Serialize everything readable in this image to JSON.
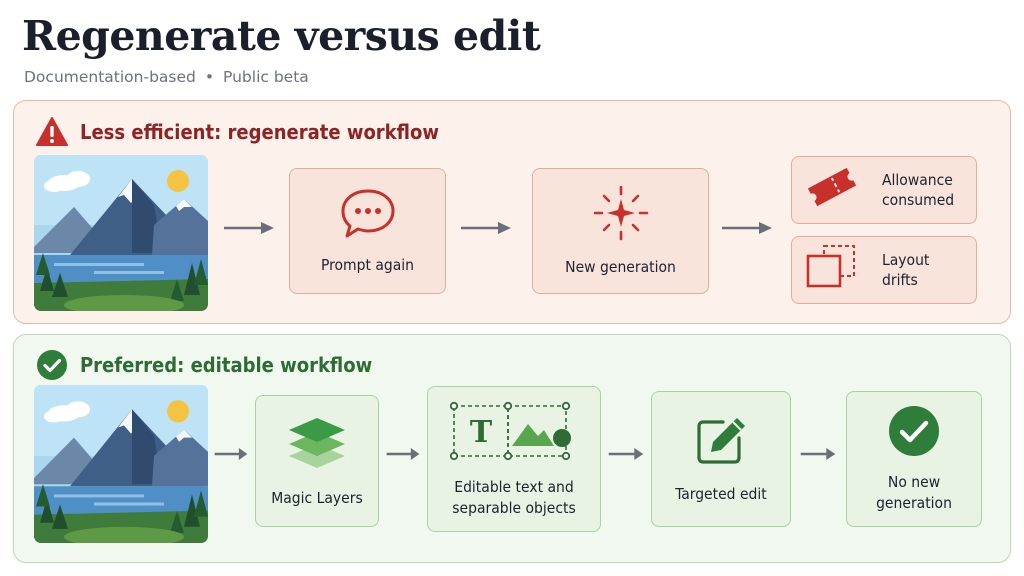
{
  "header": {
    "title": "Regenerate versus edit",
    "meta": [
      "Documentation-based",
      "Public beta"
    ],
    "separator": "•"
  },
  "less_efficient": {
    "heading": "Less efficient: regenerate workflow",
    "heading_icon": "warning-icon",
    "steps": [
      {
        "label": "Prompt again",
        "icon": "chat-bubble-icon"
      },
      {
        "label": "New generation",
        "icon": "sparkle-icon"
      }
    ],
    "outcomes": [
      {
        "label_lines": [
          "Allowance",
          "consumed"
        ],
        "icon": "ticket-icon"
      },
      {
        "label_lines": [
          "Layout",
          "drifts"
        ],
        "icon": "offset-frame-icon"
      }
    ]
  },
  "preferred": {
    "heading": "Preferred: editable workflow",
    "heading_icon": "check-circle-icon",
    "steps": [
      {
        "label": "Magic Layers",
        "icon": "layers-icon"
      },
      {
        "label_lines": [
          "Editable text and",
          "separable objects"
        ],
        "icon": "text-and-objects-icon",
        "glyph": "T"
      },
      {
        "label": "Targeted edit",
        "icon": "pencil-edit-icon"
      },
      {
        "label_lines": [
          "No new",
          "generation"
        ],
        "icon": "check-circle-icon"
      }
    ]
  },
  "colors": {
    "warning_red": "#c8312b",
    "warning_panel": "#fdf1ec",
    "preferred_green": "#2f7d3a",
    "preferred_panel": "#f1f8ef"
  }
}
